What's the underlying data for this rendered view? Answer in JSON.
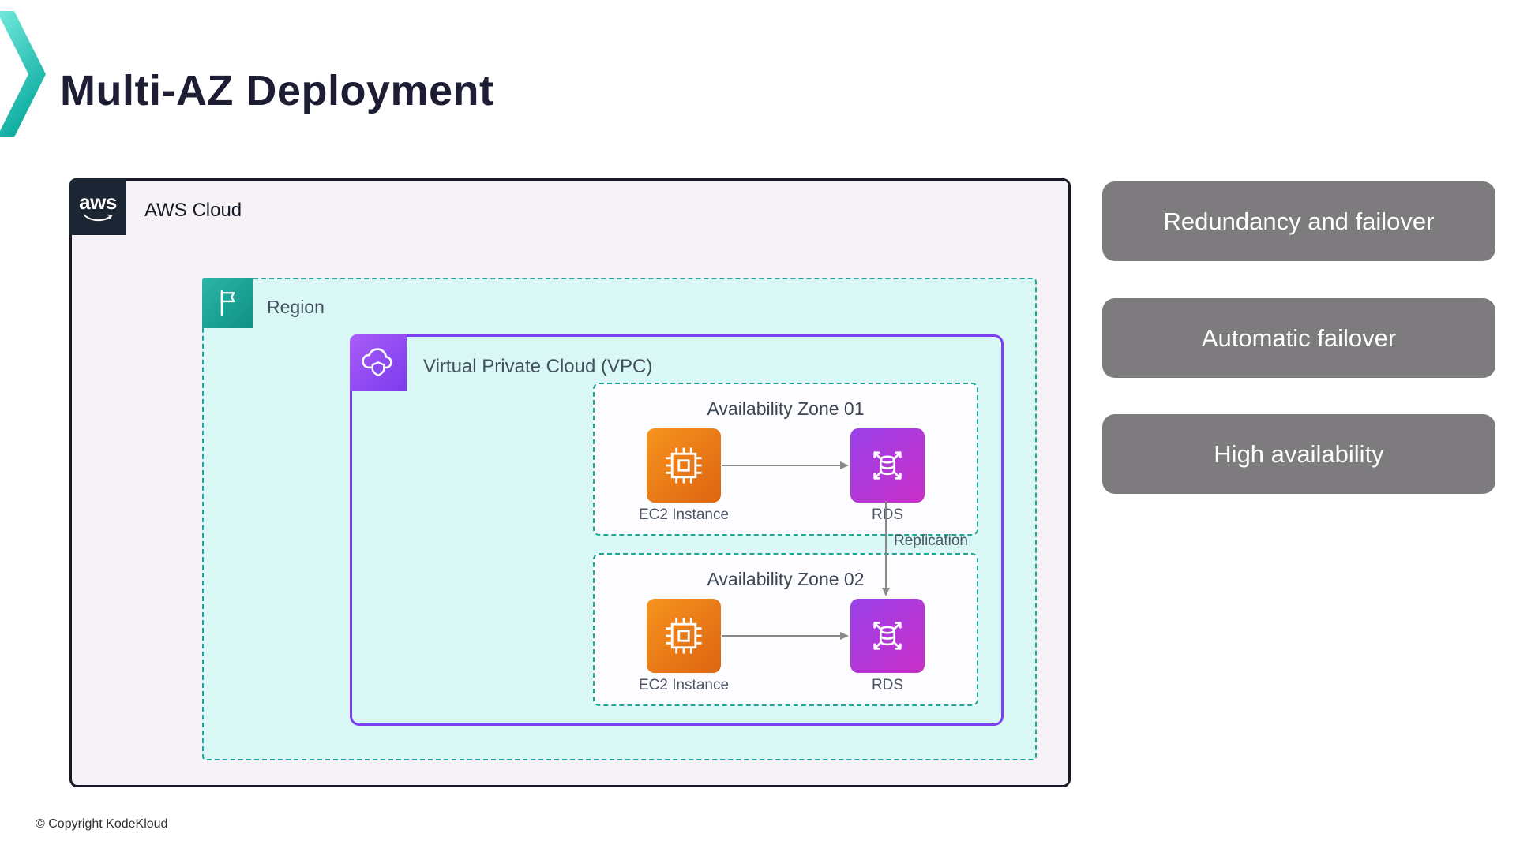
{
  "slide": {
    "title": "Multi-AZ Deployment",
    "copyright": "© Copyright KodeKloud"
  },
  "aws_cloud": {
    "logo_text": "aws",
    "label": "AWS Cloud"
  },
  "region": {
    "label": "Region"
  },
  "vpc": {
    "label": "Virtual Private Cloud (VPC)"
  },
  "zones": [
    {
      "title": "Availability Zone 01",
      "ec2": "EC2 Instance",
      "rds": "RDS"
    },
    {
      "title": "Availability Zone 02",
      "ec2": "EC2 Instance",
      "rds": "RDS"
    }
  ],
  "replication_label": "Replication",
  "callouts": [
    "Redundancy and failover",
    "Automatic failover",
    "High availability"
  ],
  "colors": {
    "accent_teal": "#1ba79c",
    "region_fill": "#d9f8f5",
    "vpc_border": "#7e3ff2",
    "ec2_orange": "#ec7211",
    "rds_magenta": "#ca2fc8",
    "vpc_icon_purple": "#8d4af3",
    "aws_dark": "#1b2533",
    "cloud_fill": "#f7f2f6",
    "pill_gray": "#7d7b7e",
    "arrow_gray": "#8a8a8a"
  }
}
